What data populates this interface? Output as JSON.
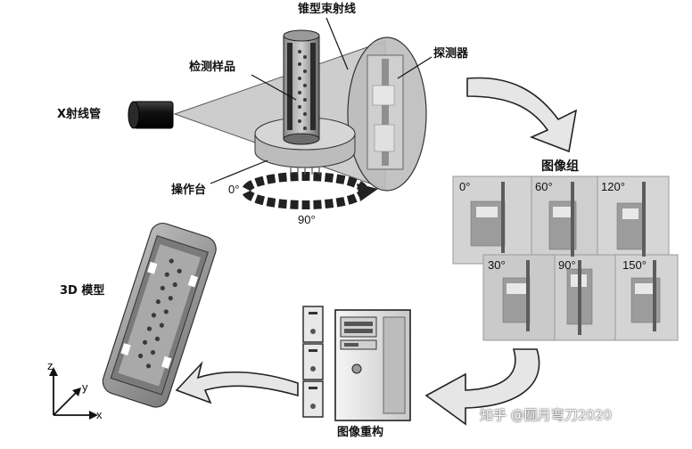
{
  "labels": {
    "cone_beam": "锥型束射线",
    "sample": "检测样品",
    "detector": "探测器",
    "xray_tube": "X射线管",
    "stage": "操作台",
    "image_set": "图像组",
    "model_3d": "3D 模型",
    "reconstruction": "图像重构"
  },
  "rotation_angles": {
    "start": "0°",
    "end": "90°"
  },
  "projections": [
    {
      "angle": "0°"
    },
    {
      "angle": "60°"
    },
    {
      "angle": "120°"
    },
    {
      "angle": "30°"
    },
    {
      "angle": "90°"
    },
    {
      "angle": "150°"
    }
  ],
  "axes": {
    "x": "x",
    "y": "y",
    "z": "z"
  },
  "watermark": "知乎 @圆月弯刀2020",
  "colors": {
    "arrow_fill": "#e6e6e6",
    "cone_fill": "#c4c4c4",
    "dark": "#222222"
  }
}
